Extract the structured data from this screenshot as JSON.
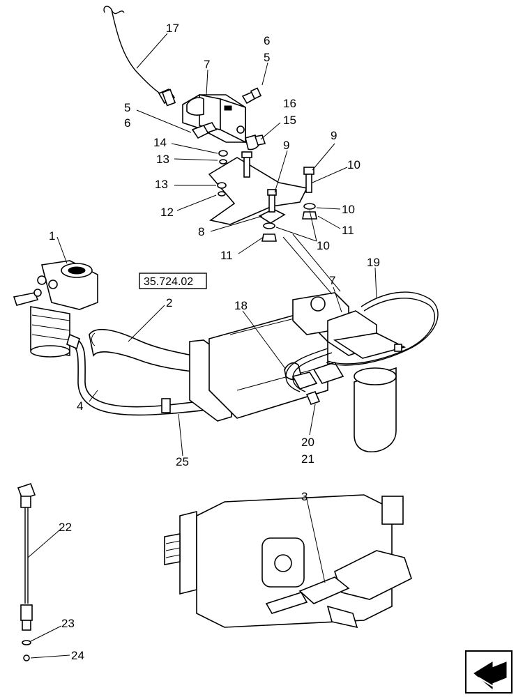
{
  "reference_box": "35.724.02",
  "callouts": {
    "c1": "1",
    "c2": "2",
    "c3": "3",
    "c4": "4",
    "c5a": "5",
    "c5b": "5",
    "c6a": "6",
    "c6b": "6",
    "c7a": "7",
    "c7b": "7",
    "c8": "8",
    "c9a": "9",
    "c9b": "9",
    "c10a": "10",
    "c10b": "10",
    "c10c": "10",
    "c11a": "11",
    "c11b": "11",
    "c12": "12",
    "c13a": "13",
    "c13b": "13",
    "c14": "14",
    "c15": "15",
    "c16": "16",
    "c17": "17",
    "c18": "18",
    "c19": "19",
    "c20": "20",
    "c21": "21",
    "c22": "22",
    "c23": "23",
    "c24": "24",
    "c25": "25"
  },
  "nav_icon": "next-page-arrow-icon"
}
